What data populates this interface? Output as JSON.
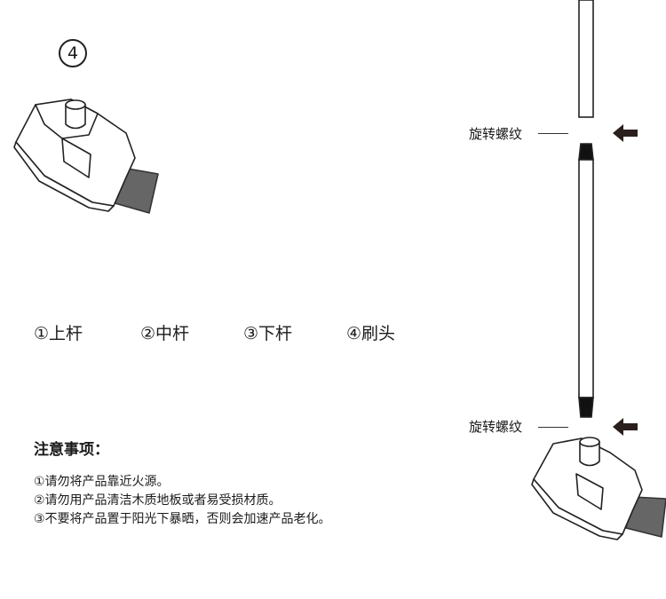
{
  "badge": {
    "number": "4"
  },
  "parts": [
    {
      "label": "①上杆"
    },
    {
      "label": "②中杆"
    },
    {
      "label": "③下杆"
    },
    {
      "label": "④刷头"
    }
  ],
  "notes": {
    "title": "注意事项：",
    "items": [
      "①请勿将产品靠近火源。",
      "②请勿用产品清洁木质地板或者易受损材质。",
      "③不要将产品置于阳光下暴晒，否则会加速产品老化。"
    ]
  },
  "threads": {
    "top_label": "旋转螺纹",
    "bottom_label": "旋转螺纹"
  },
  "colors": {
    "ink": "#1a1a1a",
    "arrow": "#2a1f1c",
    "bristle": "#555555"
  }
}
